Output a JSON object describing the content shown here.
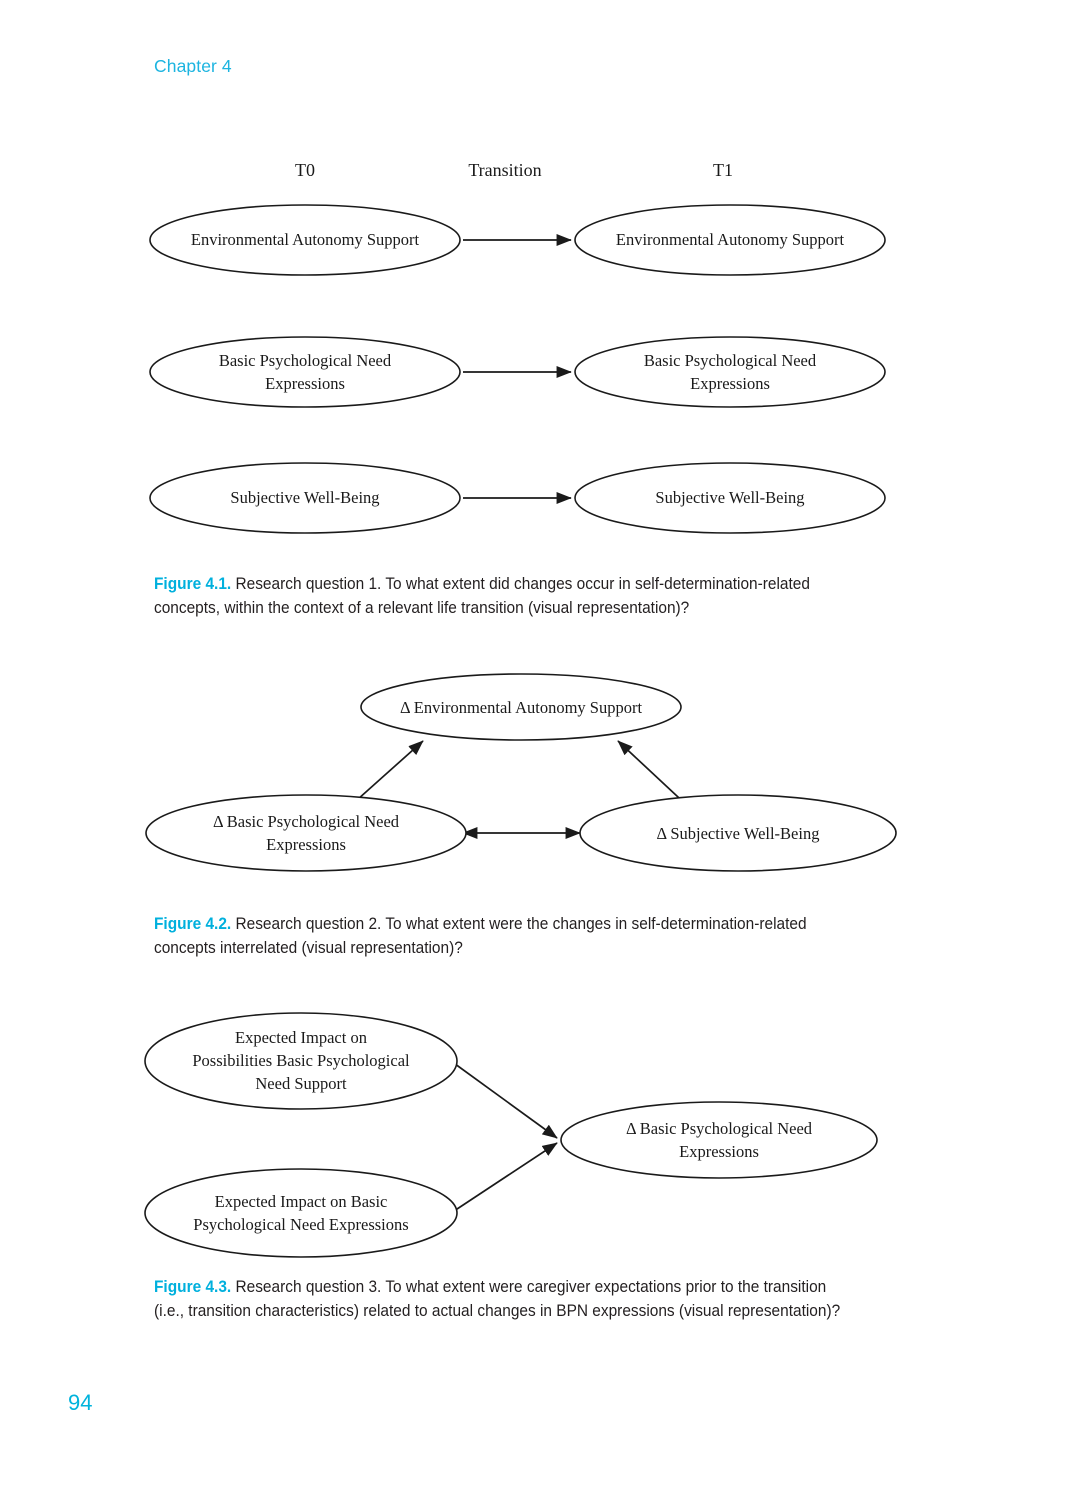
{
  "header": {
    "chapter": "Chapter 4"
  },
  "footer": {
    "page_number": "94"
  },
  "colors": {
    "accent": "#00b0dd",
    "text": "#231f20",
    "diagram_stroke": "#1a1a1a"
  },
  "figures": [
    {
      "id": "figure-4-1",
      "column_headers": [
        "T0",
        "Transition",
        "T1"
      ],
      "nodes": {
        "t0": [
          "Environmental Autonomy Support",
          "Basic Psychological Need\nExpressions",
          "Subjective Well-Being"
        ],
        "t1": [
          "Environmental Autonomy Support",
          "Basic Psychological Need\nExpressions",
          "Subjective Well-Being"
        ]
      },
      "edges": [
        {
          "from": "T0 Environmental Autonomy Support",
          "to": "T1 Environmental Autonomy Support",
          "type": "single-arrow"
        },
        {
          "from": "T0 Basic Psychological Need Expressions",
          "to": "T1 Basic Psychological Need Expressions",
          "type": "single-arrow"
        },
        {
          "from": "T0 Subjective Well-Being",
          "to": "T1 Subjective Well-Being",
          "type": "single-arrow"
        }
      ],
      "caption": {
        "tag": "Figure 4.1.",
        "line1": "Research question 1. To what extent did changes occur in self-determination-related",
        "line2": "concepts, within the context of a relevant life transition (visual representation)?"
      }
    },
    {
      "id": "figure-4-2",
      "nodes": [
        "Δ Environmental Autonomy Support",
        "Δ Basic Psychological Need\nExpressions",
        "Δ Subjective Well-Being"
      ],
      "edges": [
        {
          "from": "Δ Basic Psychological Need Expressions",
          "to": "Δ Environmental Autonomy Support",
          "type": "double-arrow"
        },
        {
          "from": "Δ Subjective Well-Being",
          "to": "Δ Environmental Autonomy Support",
          "type": "double-arrow"
        },
        {
          "from": "Δ Basic Psychological Need Expressions",
          "to": "Δ Subjective Well-Being",
          "type": "double-arrow"
        }
      ],
      "caption": {
        "tag": "Figure 4.2.",
        "line1": "Research question 2. To what extent were the changes in self-determination-related",
        "line2": "concepts interrelated (visual representation)?"
      }
    },
    {
      "id": "figure-4-3",
      "nodes": [
        "Expected Impact on\nPossibilities Basic Psychological\nNeed Support",
        "Expected Impact on Basic\nPsychological Need Expressions",
        "Δ Basic Psychological Need\nExpressions"
      ],
      "edges": [
        {
          "from": "Expected Impact on Possibilities Basic Psychological Need Support",
          "to": "Δ Basic Psychological Need Expressions",
          "type": "single-arrow"
        },
        {
          "from": "Expected Impact on Basic Psychological Need Expressions",
          "to": "Δ Basic Psychological Need Expressions",
          "type": "single-arrow"
        }
      ],
      "caption": {
        "tag": "Figure 4.3.",
        "line1": "Research question 3. To what extent were caregiver expectations prior to the transition",
        "line2": "(i.e., transition characteristics) related to actual changes in BPN expressions (visual representation)?"
      }
    }
  ]
}
